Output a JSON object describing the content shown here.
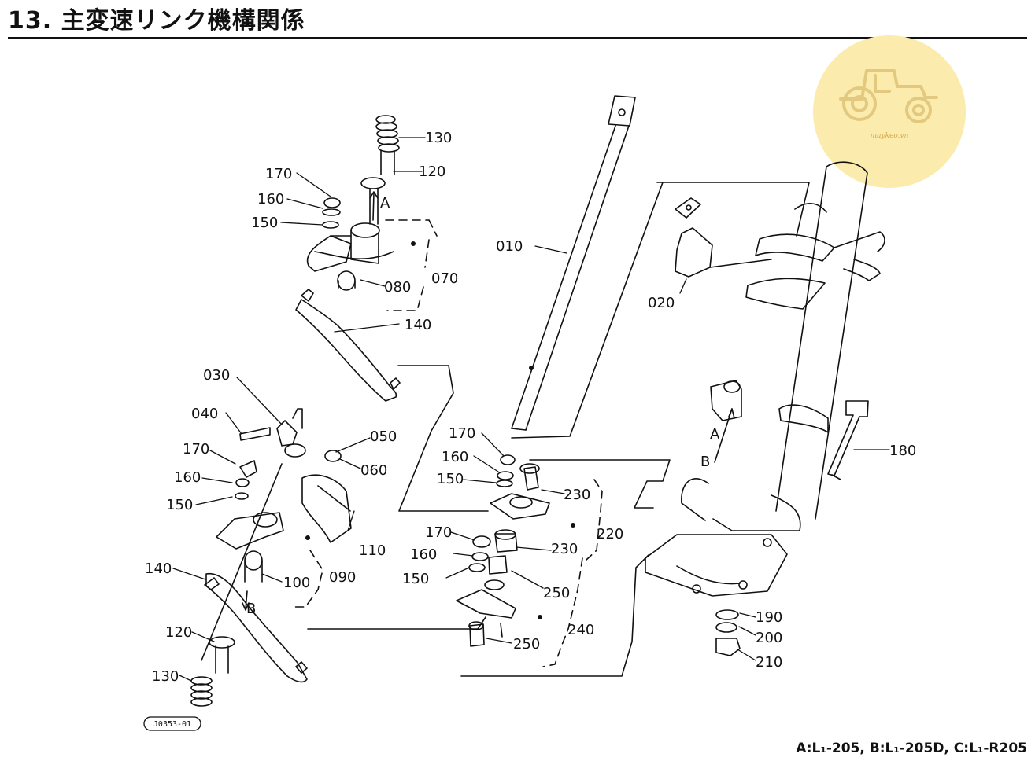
{
  "title": "13. 主変速リンク機構関係",
  "model_note": "A:L₁-205, B:L₁-205D, C:L₁-R205",
  "figure_id": "J0353-01",
  "watermark": {
    "text": "maykeo.vn",
    "color": "#fbecad"
  },
  "part_labels": {
    "p010": "010",
    "p020": "020",
    "p030": "030",
    "p040": "040",
    "p050": "050",
    "p060": "060",
    "p070": "070",
    "p080": "080",
    "p090": "090",
    "p100": "100",
    "p110": "110",
    "p120a": "120",
    "p120b": "120",
    "p130a": "130",
    "p130b": "130",
    "p140a": "140",
    "p140b": "140",
    "p150a": "150",
    "p150b": "150",
    "p150c": "150",
    "p150d": "150",
    "p160a": "160",
    "p160b": "160",
    "p160c": "160",
    "p160d": "160",
    "p170a": "170",
    "p170b": "170",
    "p170c": "170",
    "p170d": "170",
    "p180": "180",
    "p190": "190",
    "p200": "200",
    "p210": "210",
    "p220": "220",
    "p230a": "230",
    "p230b": "230",
    "p240": "240",
    "p250a": "250",
    "p250b": "250"
  },
  "variant_marks": {
    "a1": "A",
    "a2": "A",
    "b1": "B",
    "b2": "B"
  }
}
